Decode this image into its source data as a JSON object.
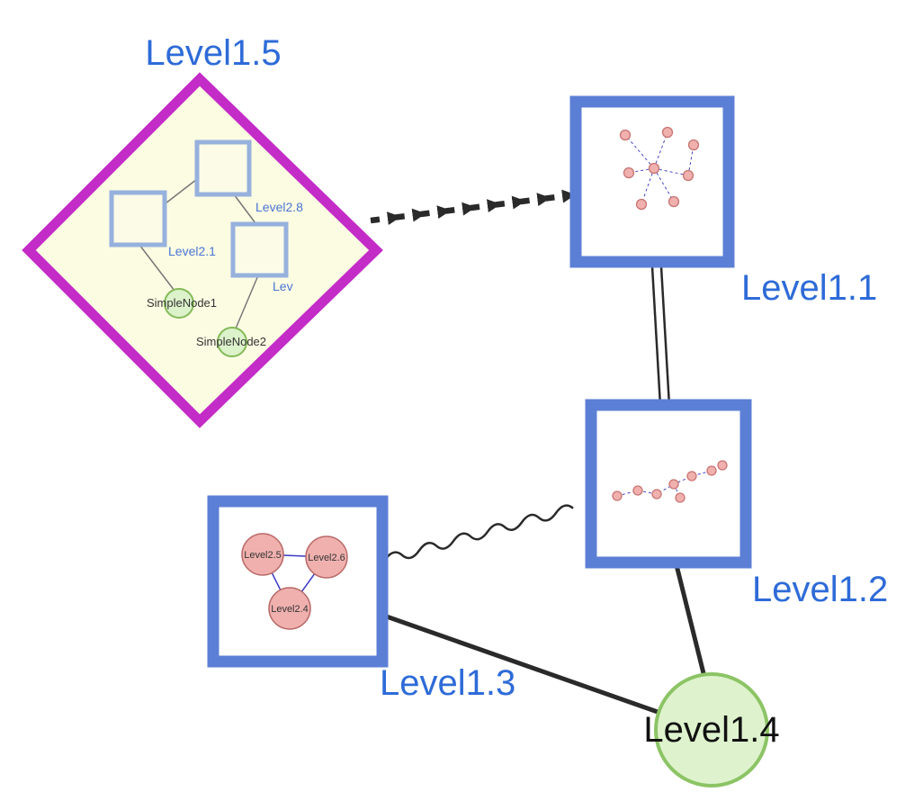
{
  "labels": {
    "level15": "Level1.5",
    "level11": "Level1.1",
    "level12": "Level1.2",
    "level13": "Level1.3",
    "level14": "Level1.4"
  },
  "level15_contents": {
    "square_top": "Level2.8",
    "square_left": "Level2.1",
    "square_right": "Lev",
    "green1": "SimpleNode1",
    "green2": "SimpleNode2"
  },
  "level13_contents": {
    "left": "Level2.5",
    "right": "Level2.6",
    "bottom": "Level2.4"
  },
  "colors": {
    "label_blue": "#2e6bd8",
    "label_black": "#111111",
    "diamond_stroke": "#c32cc7",
    "diamond_fill": "#fcfce3",
    "frame_blue": "#5c7fd6",
    "inner_square_stroke": "#97b1dd",
    "green_fill": "#dcf2ca",
    "green_stroke": "#84ba57",
    "big_green_fill": "#def3cd",
    "big_green_stroke": "#8cc465",
    "pink_fill": "#f0b1ae",
    "pink_stroke": "#c97472",
    "edge_black": "#2a2a2a",
    "mini_edge_blue": "#4646c8"
  }
}
